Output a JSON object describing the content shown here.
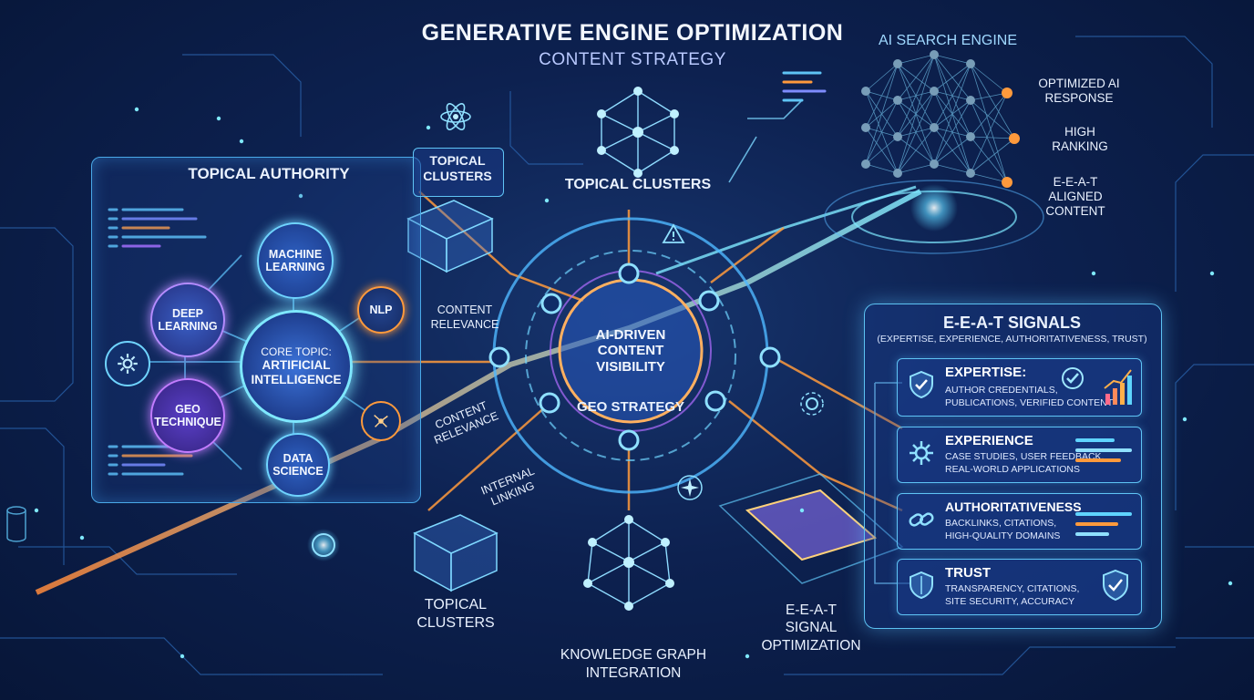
{
  "header": {
    "title": "Generative Engine Optimization",
    "subtitle": "Content Strategy"
  },
  "topical_authority": {
    "title": "Topical Authority",
    "core_topic": {
      "line1": "Core Topic:",
      "line2": "Artificial",
      "line3": "Intelligence"
    },
    "subtopics": {
      "machine_learning": "Machine Learning",
      "deep_learning": "Deep Learning",
      "nlp": "NLP",
      "geo_technique": "GEO Technique",
      "data_science": "Data Science"
    }
  },
  "hub": {
    "center": "AI-Driven Content Visibility",
    "strategy": "GEO Strategy"
  },
  "labels": {
    "topical_clusters_box": "Topical Clusters",
    "topical_clusters_top": "Topical Clusters",
    "topical_clusters_bottom": "Topical Clusters",
    "content_relevance_1": "Content Relevance",
    "content_relevance_2": "Content Relevance",
    "internal_linking": "Internal Linking",
    "knowledge_graph": "Knowledge Graph Integration",
    "eeat_optimization_l1": "E-E-A-T",
    "eeat_optimization_l2": "Signal",
    "eeat_optimization_l3": "Optimization"
  },
  "ai_engine": {
    "title": "AI Search Engine",
    "outputs": {
      "optimized": "Optimized AI Response",
      "ranking": "High Ranking",
      "eeat": "E-E-A-T Aligned Content"
    }
  },
  "eeat": {
    "title": "E-E-A-T Signals",
    "subtitle": "(Expertise, Experience, Authoritativeness, Trust)",
    "cards": [
      {
        "title": "Expertise:",
        "line1": "Author Credentials,",
        "line2": "Publications, Verified Content"
      },
      {
        "title": "Experience",
        "line1": "Case Studies, User Feedback,",
        "line2": "Real-World Applications"
      },
      {
        "title": "Authoritativeness",
        "line1": "Backlinks, Citations,",
        "line2": "High-Quality Domains"
      },
      {
        "title": "Trust",
        "line1": "Transparency, Citations,",
        "line2": "Site Security, Accuracy"
      }
    ]
  },
  "colors": {
    "cyan": "#4fd4ff",
    "orange": "#ff9a3c",
    "purple": "#b06cff",
    "panel_border": "#4aa9e8"
  },
  "icons": [
    "shield-check-icon",
    "check-circle-icon",
    "bar-chart-icon",
    "gear-icon",
    "chain-link-icon",
    "shield-icon",
    "atom-icon",
    "network-hub-icon",
    "warning-icon",
    "star-icon"
  ]
}
